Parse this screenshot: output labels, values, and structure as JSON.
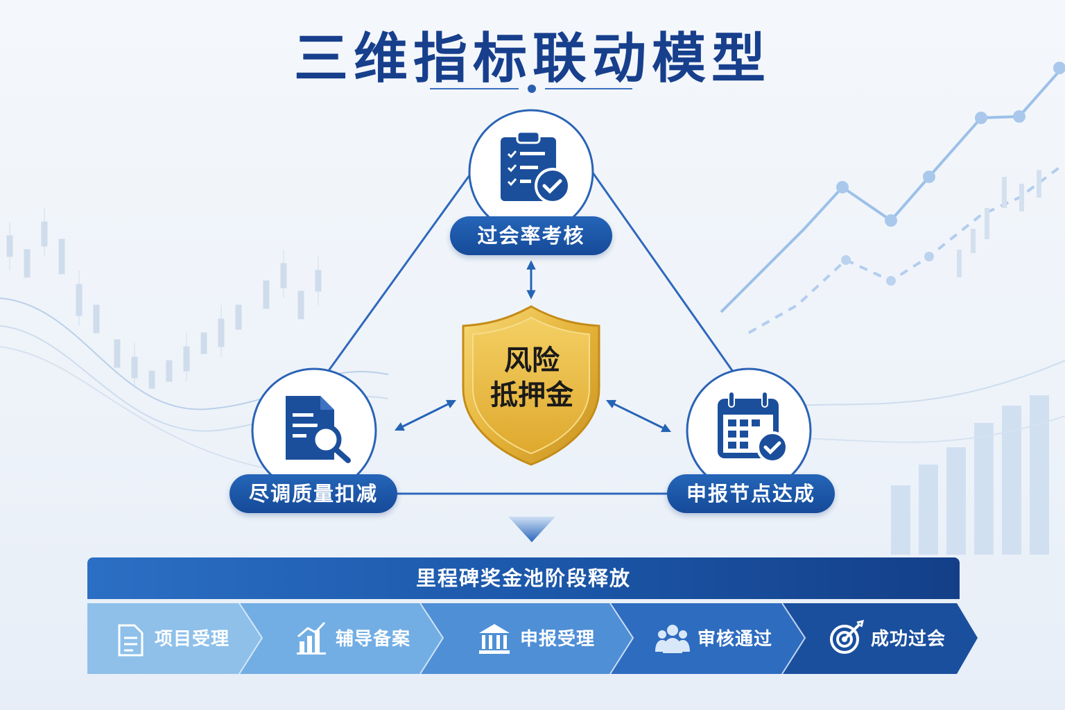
{
  "title": "三维指标联动模型",
  "nodes": {
    "top": {
      "label": "过会率考核",
      "icon": "clipboard-check-icon"
    },
    "left": {
      "label": "尽调质量扣减",
      "icon": "document-search-icon"
    },
    "right": {
      "label": "申报节点达成",
      "icon": "calendar-check-icon"
    }
  },
  "center": {
    "line1": "风险",
    "line2": "抵押金",
    "icon": "shield-icon"
  },
  "banner": {
    "label": "里程碑奖金池阶段释放"
  },
  "stages": [
    {
      "label": "项目受理",
      "icon": "document-icon"
    },
    {
      "label": "辅导备案",
      "icon": "bar-chart-icon"
    },
    {
      "label": "申报受理",
      "icon": "institution-icon"
    },
    {
      "label": "审核通过",
      "icon": "people-icon"
    },
    {
      "label": "成功过会",
      "icon": "target-icon"
    }
  ],
  "colors": {
    "primary": "#1b4f9c",
    "title": "#173f8c",
    "shield_gold": "#e8b73a",
    "stage_colors": [
      "#8ec0ea",
      "#72aee4",
      "#4f8fd6",
      "#2e6cc0",
      "#1a4f9e"
    ]
  }
}
